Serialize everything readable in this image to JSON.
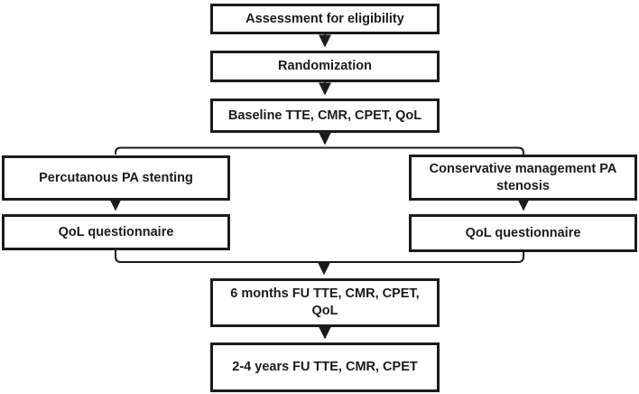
{
  "flowchart": {
    "nodes": {
      "assessment": {
        "label": "Assessment for eligibility"
      },
      "randomization": {
        "label": "Randomization"
      },
      "baseline": {
        "label": "Baseline TTE, CMR, CPET, QoL"
      },
      "left_branch": {
        "label": "Percutanous PA stenting"
      },
      "left_qol": {
        "label": "QoL questionnaire"
      },
      "right_branch": {
        "label": "Conservative management PA stenosis"
      },
      "right_qol": {
        "label": "QoL questionnaire"
      },
      "six_months_fu": {
        "label": "6 months FU TTE, CMR, CPET, QoL"
      },
      "late_fu": {
        "label": "2-4 years FU TTE, CMR, CPET"
      }
    },
    "colors": {
      "box_border": "#1b1b1b",
      "box_fill": "#ffffff",
      "text": "#1b1b1b",
      "connector": "#1b1b1b",
      "background": "#ffffff"
    }
  }
}
